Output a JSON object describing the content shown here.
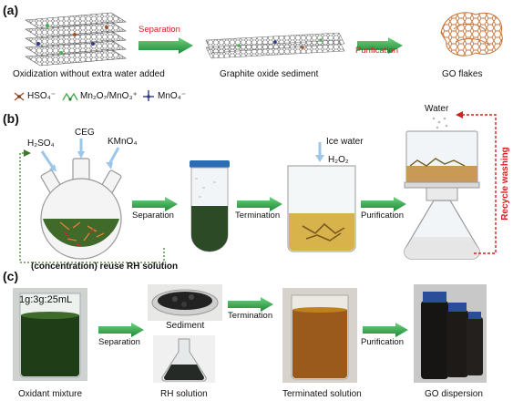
{
  "panel_a": {
    "tag": "(a)",
    "step_separation": "Separation",
    "step_purification": "Purification",
    "caption_1": "Oxidization without extra water added",
    "caption_2": "Graphite oxide sediment",
    "caption_3": "GO flakes",
    "legend": [
      {
        "icon": "hso4-molecule-icon",
        "text": "HSO₄⁻",
        "color": "#a0522d"
      },
      {
        "icon": "mn2o7-molecule-icon",
        "text": "Mn₂O₇/MnO₃⁺",
        "color": "#4caf50"
      },
      {
        "icon": "mno4-molecule-icon",
        "text": "MnO₄⁻",
        "color": "#2a3a8a"
      }
    ]
  },
  "panel_b": {
    "tag": "(b)",
    "reagent_1": "H₂SO₄",
    "reagent_2": "CEG",
    "reagent_3": "KMnO₄",
    "step_separation": "Separation",
    "step_termination": "Termination",
    "step_purification": "Purification",
    "ice_water": "Ice water",
    "h2o2": "H₂O₂",
    "water": "Water",
    "recycle": "Recycle washing",
    "reuse": "(concentration) reuse RH solution"
  },
  "panel_c": {
    "tag": "(c)",
    "ratio": "1g:3g:25mL",
    "sediment": "Sediment",
    "step_separation": "Separation",
    "step_termination": "Termination",
    "step_purification": "Purification",
    "caption_1": "Oxidant mixture",
    "caption_2": "RH solution",
    "caption_3": "Terminated solution",
    "caption_4": "GO dispersion"
  },
  "colors": {
    "arrow_green": "#2fa84f",
    "accent_red": "#d42020",
    "go_orange": "#c9763a",
    "liquid_dark_green": "#2f4a1f",
    "liquid_gold": "#d8b24a"
  }
}
